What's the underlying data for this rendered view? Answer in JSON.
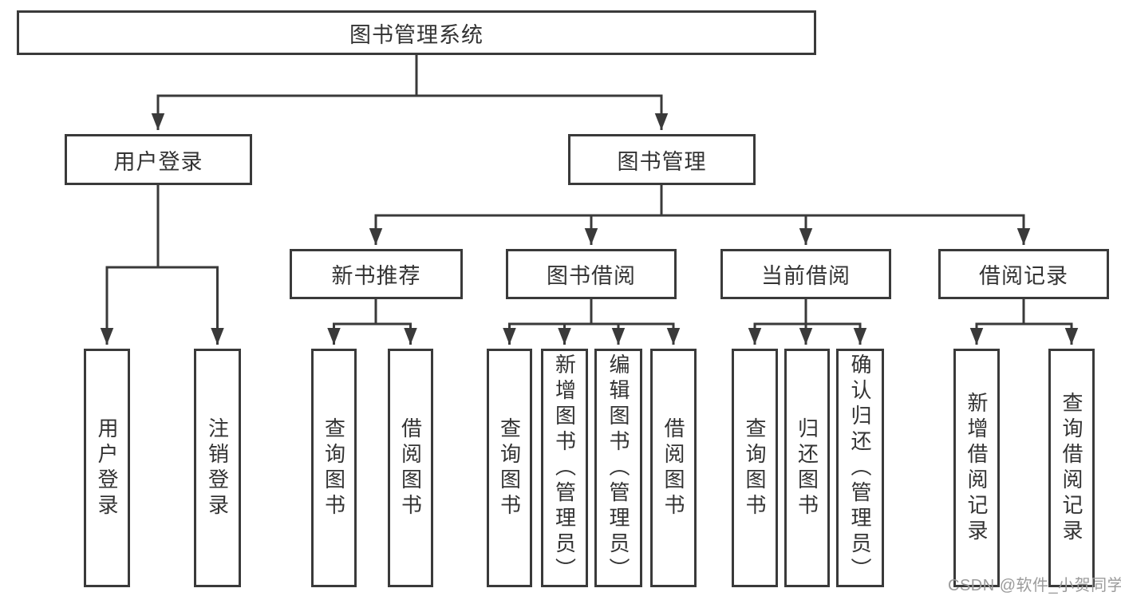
{
  "diagram": {
    "root": {
      "label": "图书管理系统"
    },
    "user_branch": {
      "label": "用户登录",
      "children": [
        {
          "label": "用户登录"
        },
        {
          "label": "注销登录"
        }
      ]
    },
    "management_branch": {
      "label": "图书管理",
      "modules": [
        {
          "label": "新书推荐",
          "children": [
            {
              "label": "查询图书"
            },
            {
              "label": "借阅图书"
            }
          ]
        },
        {
          "label": "图书借阅",
          "children": [
            {
              "label": "查询图书"
            },
            {
              "label": "新增图书（管理员）"
            },
            {
              "label": "编辑图书（管理员）"
            },
            {
              "label": "借阅图书"
            }
          ]
        },
        {
          "label": "当前借阅",
          "children": [
            {
              "label": "查询图书"
            },
            {
              "label": "归还图书"
            },
            {
              "label": "确认归还（管理员）"
            }
          ]
        },
        {
          "label": "借阅记录",
          "children": [
            {
              "label": "新增借阅记录"
            },
            {
              "label": "查询借阅记录"
            }
          ]
        }
      ]
    }
  },
  "watermark": {
    "text": "CSDN @软件_小贺同学"
  },
  "colors": {
    "line": "#3a3a3a",
    "text": "#333333",
    "watermark": "#9b9b9b",
    "background": "#ffffff"
  }
}
